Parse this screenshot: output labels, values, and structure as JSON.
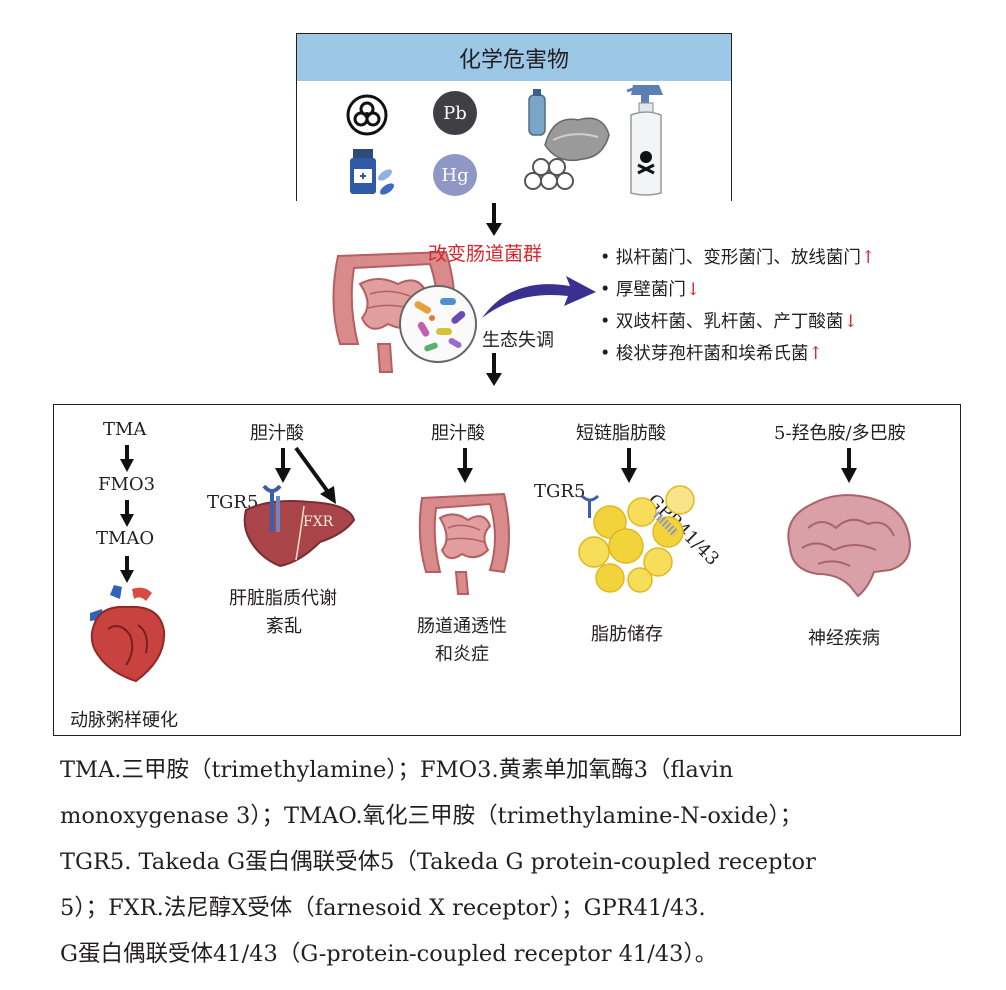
{
  "top_box": {
    "title": "化学危害物",
    "icons": [
      {
        "name": "biohazard-icon",
        "label": ""
      },
      {
        "name": "lead-icon",
        "label": "Pb"
      },
      {
        "name": "plastic-waste-icon",
        "label": ""
      },
      {
        "name": "spray-bottle-poison-icon",
        "label": ""
      },
      {
        "name": "medicine-bottle-icon",
        "label": ""
      },
      {
        "name": "mercury-icon",
        "label": "Hg"
      },
      {
        "name": "microplastic-spheres-icon",
        "label": ""
      }
    ]
  },
  "middle": {
    "gut_label": "改变肠道菌群",
    "dysbiosis_label": "生态失调",
    "bacteria_changes": [
      {
        "text": "拟杆菌门、变形菌门、放线菌门",
        "arrow": "↑"
      },
      {
        "text": "厚壁菌门",
        "arrow": "↓"
      },
      {
        "text": "双歧杆菌、乳杆菌、产丁酸菌",
        "arrow": "↓"
      },
      {
        "text": "梭状芽孢杆菌和埃希氏菌",
        "arrow": "↑"
      }
    ]
  },
  "pathways": {
    "col1": {
      "top": "TMA",
      "mid": "FMO3",
      "bottom": "TMAO",
      "outcome": "动脉粥样硬化"
    },
    "col2": {
      "top": "胆汁酸",
      "receptor": "TGR5",
      "receptor2": "FXR",
      "outcome_line1": "肝脏脂质代谢",
      "outcome_line2": "紊乱"
    },
    "col3": {
      "top": "胆汁酸",
      "outcome_line1": "肠道通透性",
      "outcome_line2": "和炎症"
    },
    "col4": {
      "top": "短链脂肪酸",
      "receptor": "TGR5",
      "receptor2": "GPR41/43",
      "outcome": "脂肪储存"
    },
    "col5": {
      "top": "5-羟色胺/多巴胺",
      "outcome": "神经疾病"
    }
  },
  "caption": {
    "lines": [
      "TMA.三甲胺（trimethylamine）；FMO3.黄素单加氧酶3（flavin",
      "monoxygenase 3）；TMAO.氧化三甲胺（trimethylamine-N-oxide）；",
      "TGR5. Takeda G蛋白偶联受体5（Takeda G protein-coupled receptor",
      "5）；FXR.法尼醇X受体（farnesoid X receptor）；GPR41/43.",
      "G蛋白偶联受体41/43（G-protein-coupled receptor 41/43）。"
    ]
  },
  "colors": {
    "header_blue": "#9dc7e6",
    "arrow_red": "#d9262b",
    "organ_pink": "#d98a8a",
    "liver": "#a9454a",
    "fat_yellow": "#f3d33b",
    "swoosh_purple": "#3b2f8f"
  }
}
